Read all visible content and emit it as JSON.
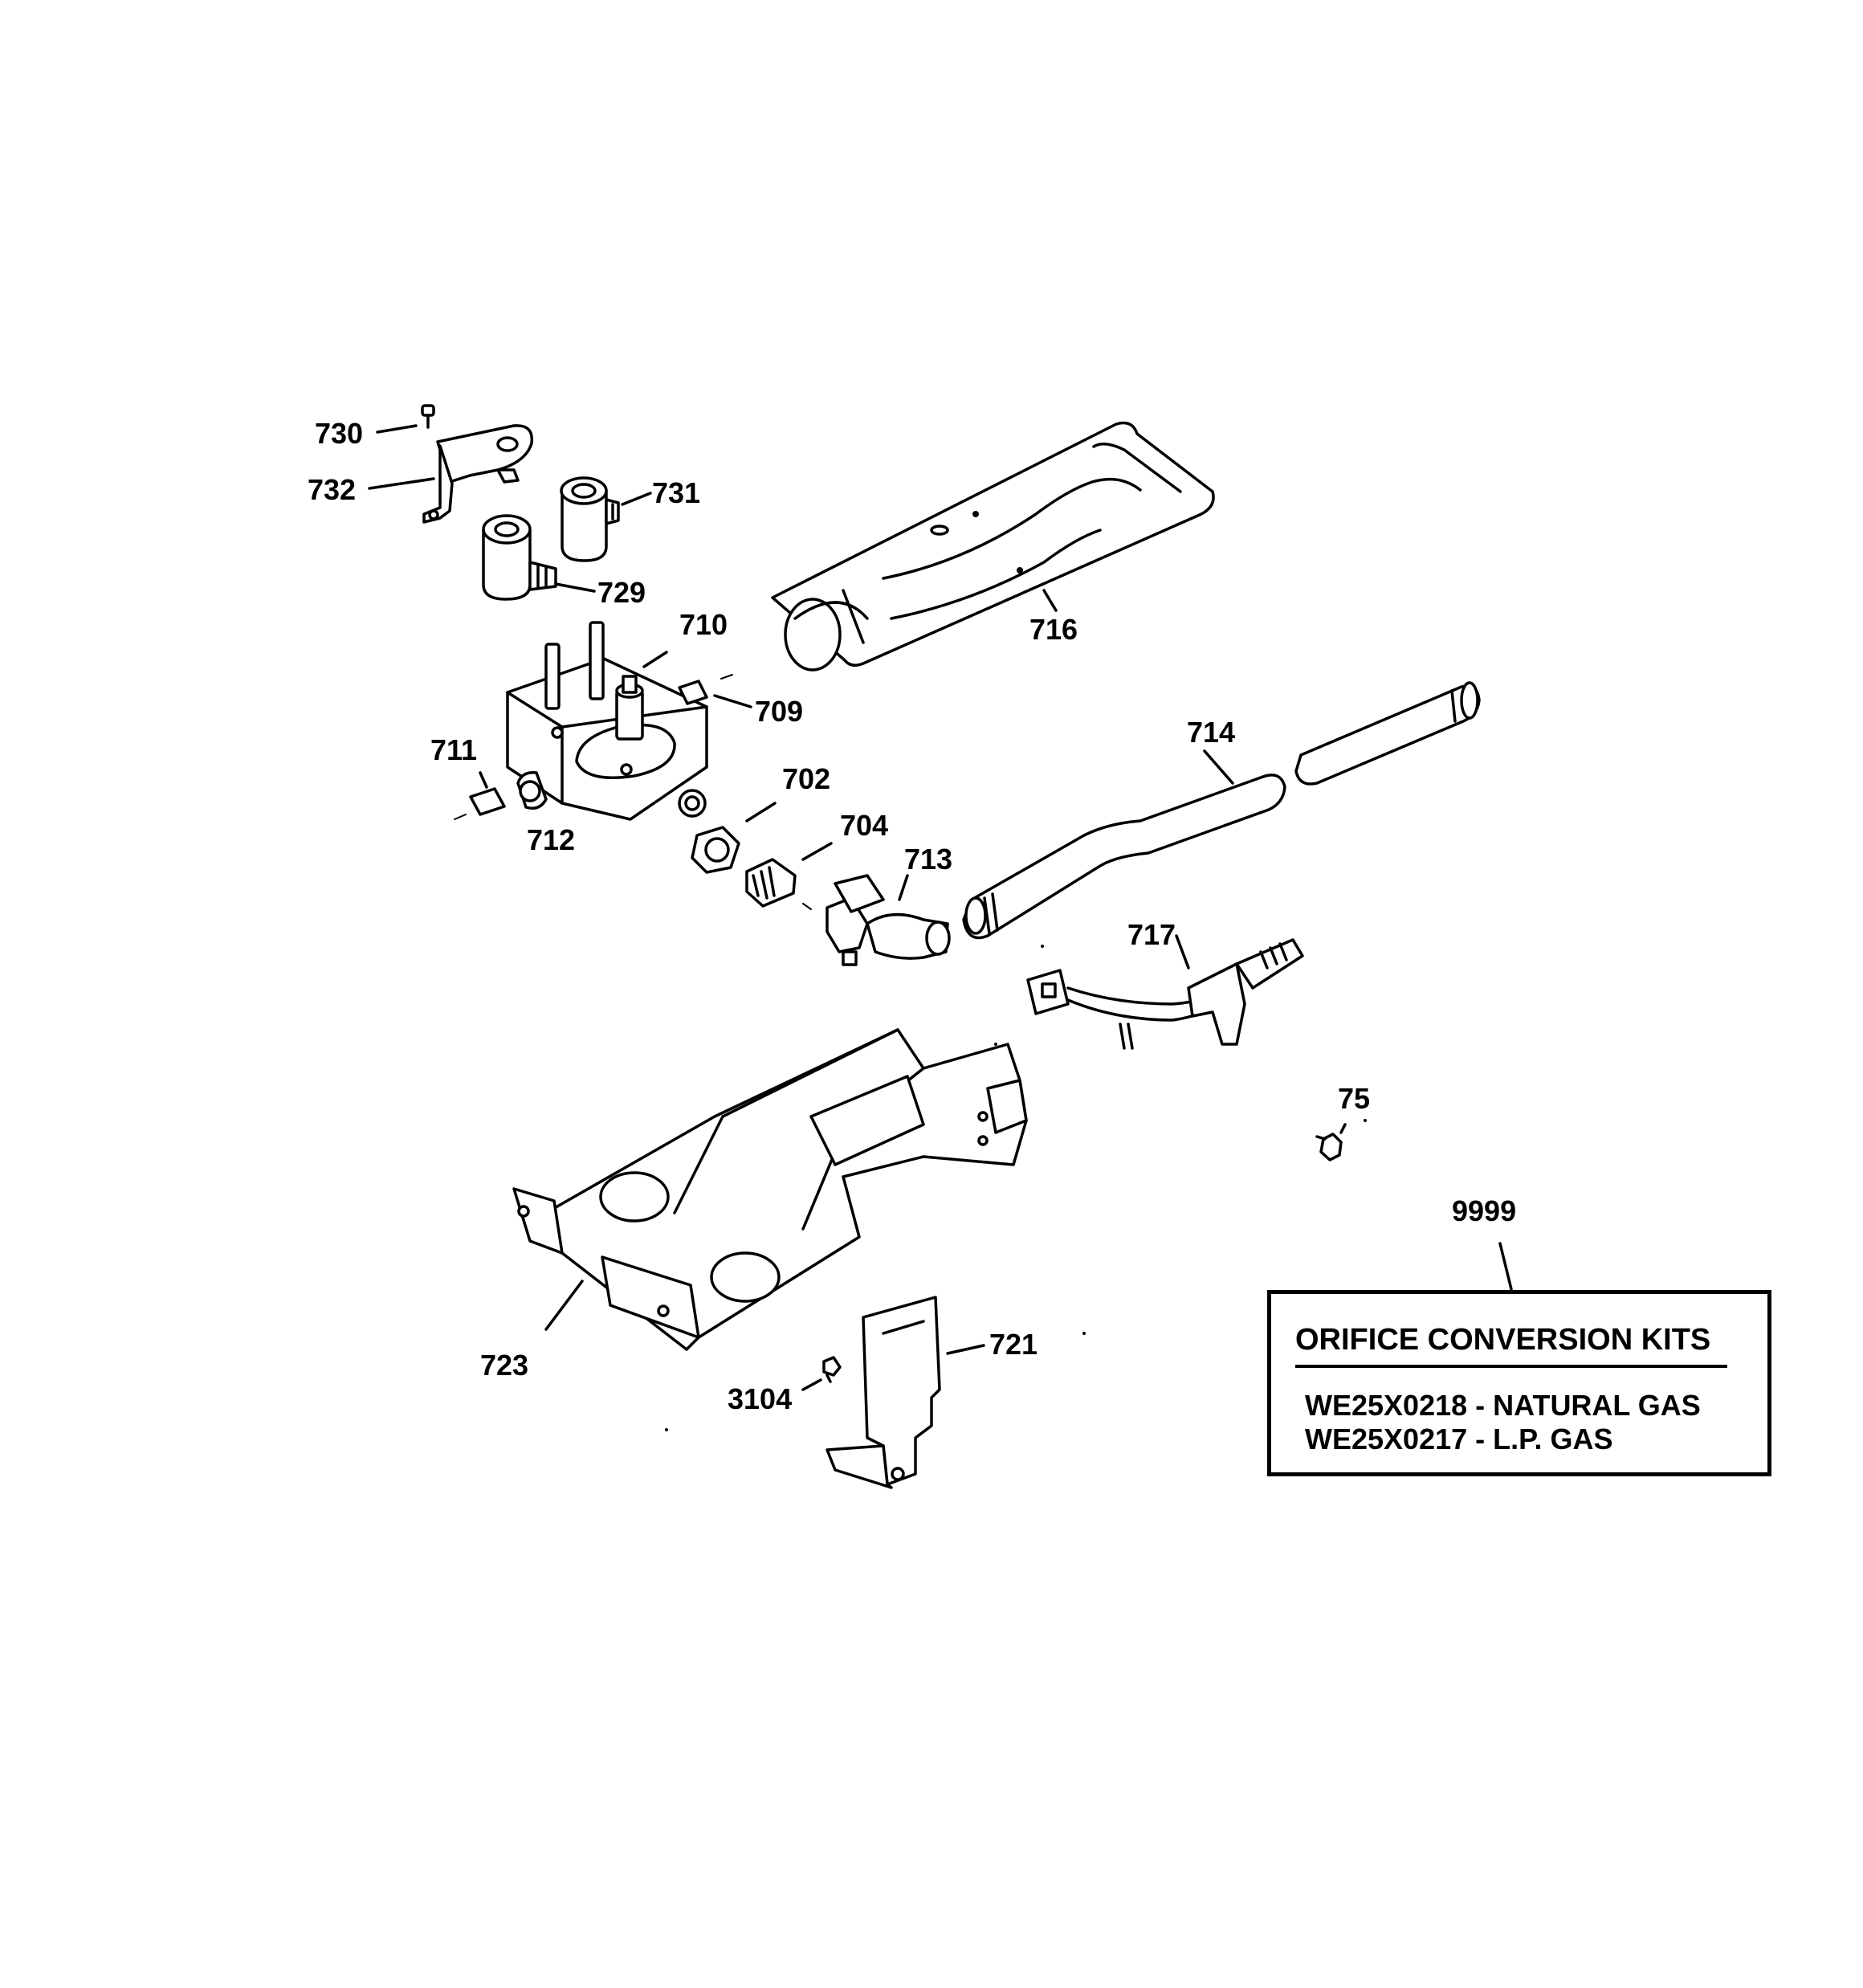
{
  "parts": {
    "p730": "730",
    "p732": "732",
    "p731": "731",
    "p729": "729",
    "p716": "716",
    "p710": "710",
    "p709": "709",
    "p711": "711",
    "p702": "702",
    "p712": "712",
    "p704": "704",
    "p713": "713",
    "p714": "714",
    "p717": "717",
    "p75": "75",
    "p9999": "9999",
    "p723": "723",
    "p721": "721",
    "p3104": "3104"
  },
  "kit_box": {
    "title": "ORIFICE CONVERSION KITS",
    "line1": "WE25X0218 - NATURAL GAS",
    "line2": "WE25X0217 - L.P. GAS"
  }
}
